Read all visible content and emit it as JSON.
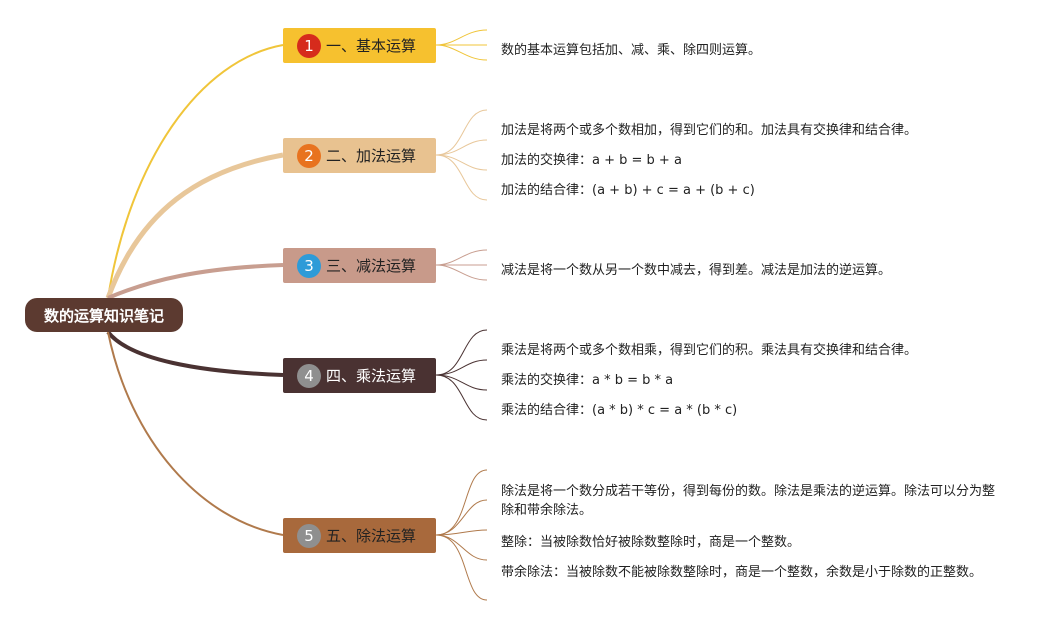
{
  "root": {
    "label": "数的运算知识笔记"
  },
  "colors": {
    "root": "#5c3a30",
    "branches": [
      "#f6c12f",
      "#e8c290",
      "#c89a8a",
      "#4a3232",
      "#a8693c"
    ],
    "badges": [
      "#d62b1c",
      "#e8731f",
      "#2e9bd8",
      "#8f8f8f",
      "#8f8f8f"
    ],
    "links": [
      "#f0c53a",
      "#e8c79a",
      "#c89e90",
      "#4a3232",
      "#b07a4c"
    ]
  },
  "branches": [
    {
      "number": "1",
      "label": "一、基本运算",
      "leaves": [
        "数的基本运算包括加、减、乘、除四则运算。"
      ]
    },
    {
      "number": "2",
      "label": "二、加法运算",
      "leaves": [
        "加法是将两个或多个数相加，得到它们的和。加法具有交换律和结合律。",
        "加法的交换律：a + b = b + a",
        "加法的结合律：(a + b) + c = a + (b + c)"
      ]
    },
    {
      "number": "3",
      "label": "三、减法运算",
      "leaves": [
        "减法是将一个数从另一个数中减去，得到差。减法是加法的逆运算。"
      ]
    },
    {
      "number": "4",
      "label": "四、乘法运算",
      "leaves": [
        "乘法是将两个或多个数相乘，得到它们的积。乘法具有交换律和结合律。",
        "乘法的交换律：a * b = b * a",
        "乘法的结合律：(a * b) * c = a * (b * c)"
      ]
    },
    {
      "number": "5",
      "label": "五、除法运算",
      "leaves": [
        "除法是将一个数分成若干等份，得到每份的数。除法是乘法的逆运算。除法可以分为整除和带余除法。",
        "整除：当被除数恰好被除数整除时，商是一个整数。",
        "带余除法：当被除数不能被除数整除时，商是一个整数，余数是小于除数的正整数。"
      ]
    }
  ]
}
